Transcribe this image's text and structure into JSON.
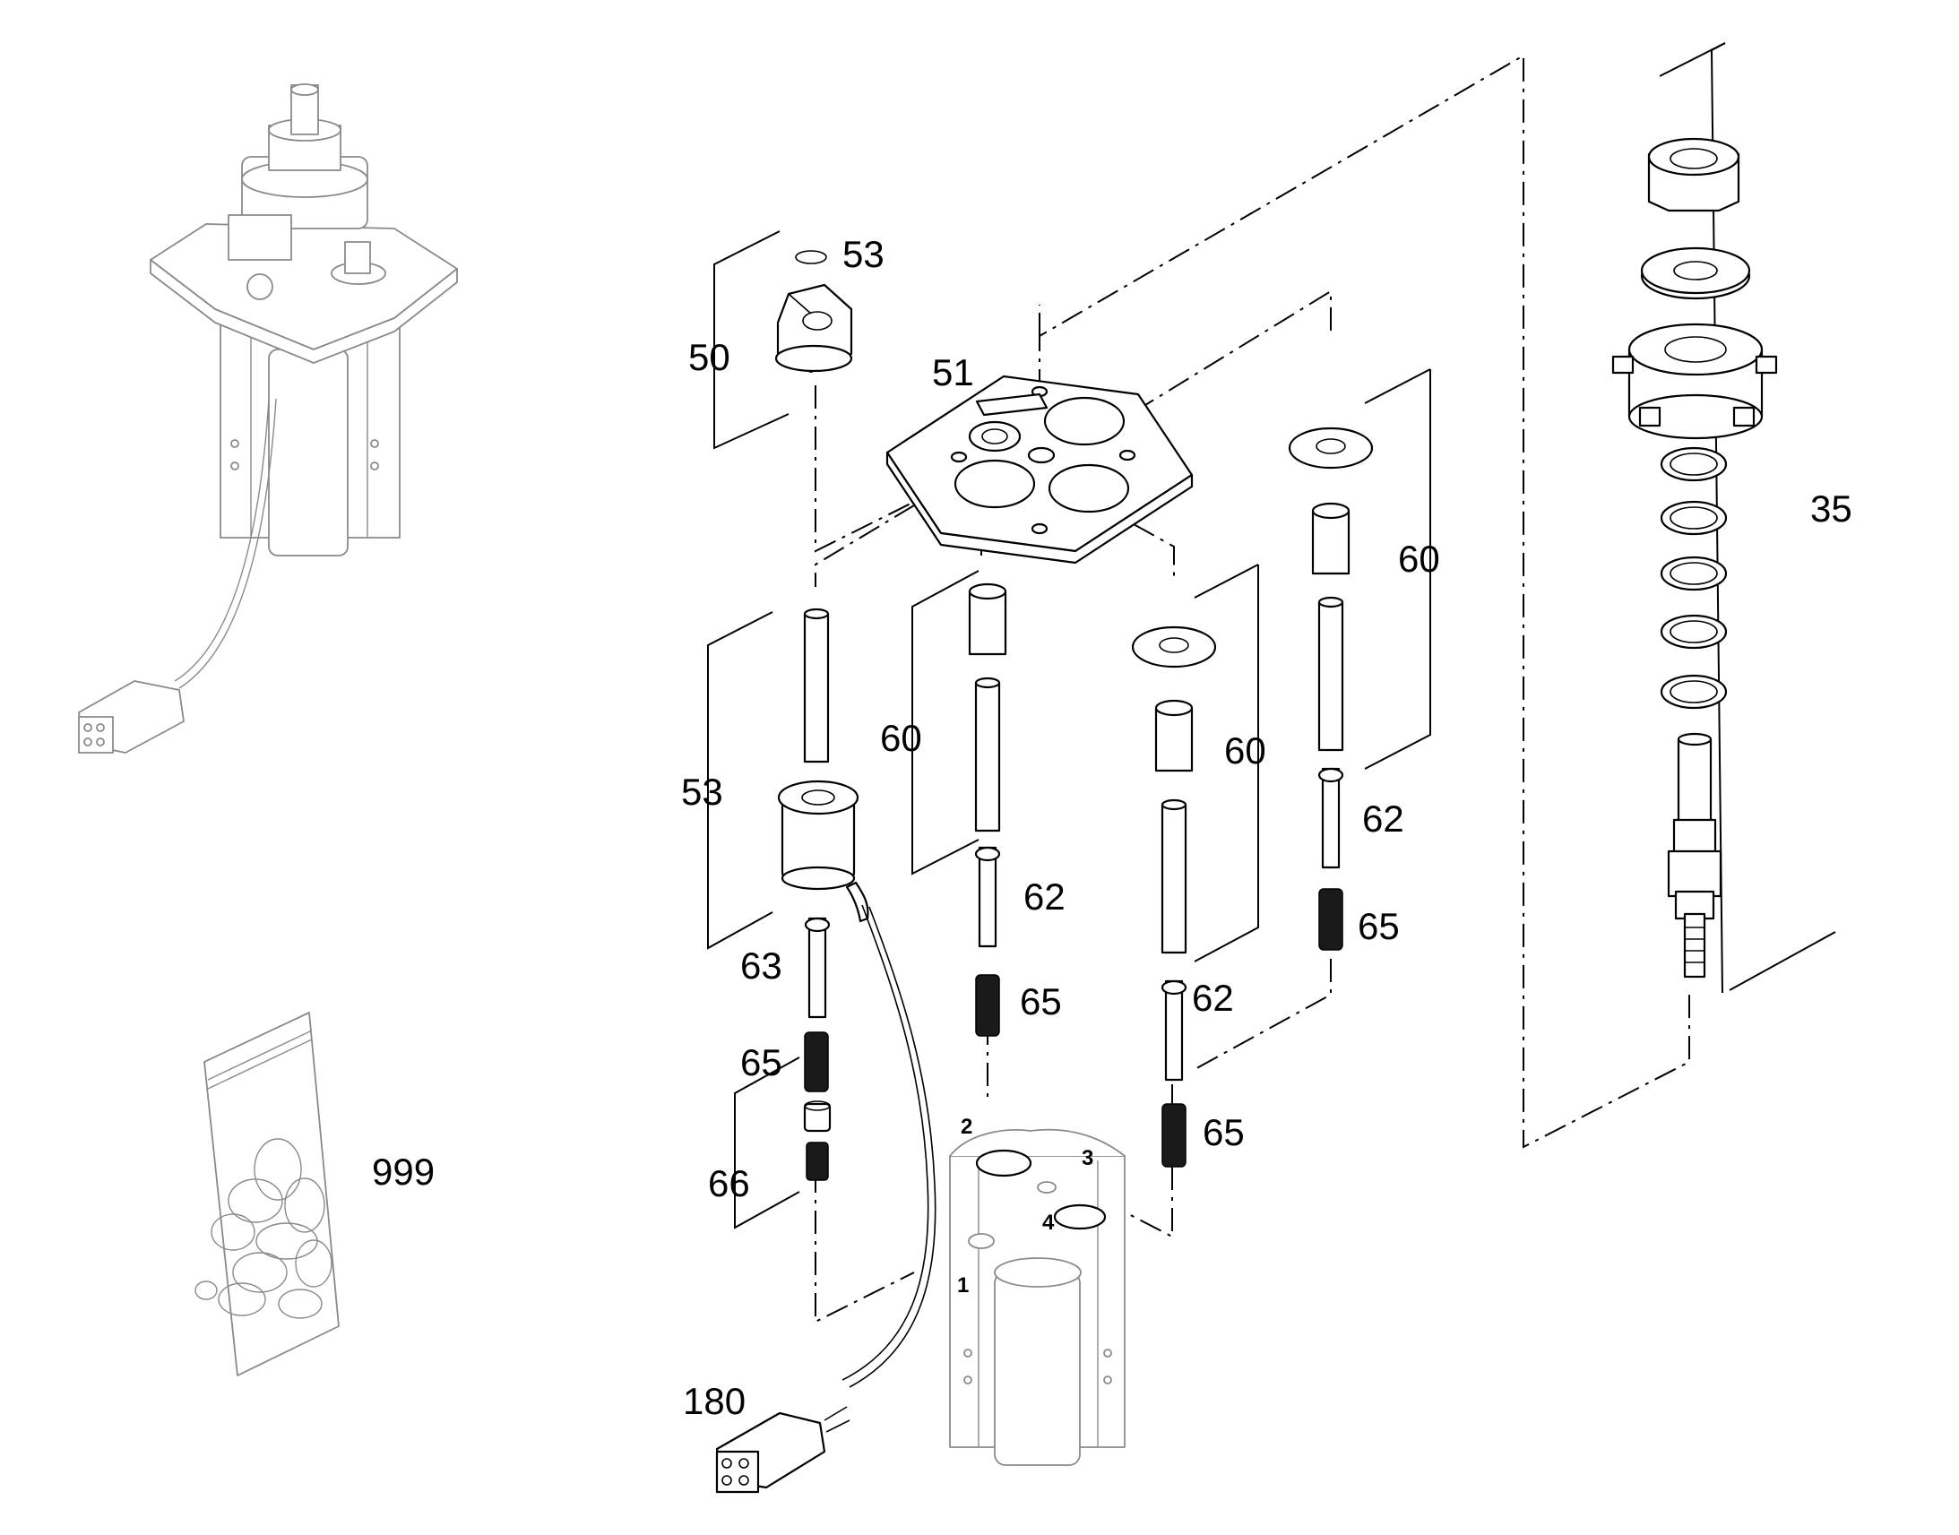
{
  "callouts": [
    {
      "id": "c53a",
      "text": "53"
    },
    {
      "id": "c50",
      "text": "50"
    },
    {
      "id": "c51",
      "text": "51"
    },
    {
      "id": "c35",
      "text": "35"
    },
    {
      "id": "c60r",
      "text": "60"
    },
    {
      "id": "c60l",
      "text": "60"
    },
    {
      "id": "c60m",
      "text": "60"
    },
    {
      "id": "c53b",
      "text": "53"
    },
    {
      "id": "c62r",
      "text": "62"
    },
    {
      "id": "c62l",
      "text": "62"
    },
    {
      "id": "c62m",
      "text": "62"
    },
    {
      "id": "c63",
      "text": "63"
    },
    {
      "id": "c65r",
      "text": "65"
    },
    {
      "id": "c65l",
      "text": "65"
    },
    {
      "id": "c65a",
      "text": "65"
    },
    {
      "id": "c65m",
      "text": "65"
    },
    {
      "id": "c66",
      "text": "66"
    },
    {
      "id": "c999",
      "text": "999"
    },
    {
      "id": "c180",
      "text": "180"
    }
  ],
  "ports": [
    "1",
    "2",
    "3",
    "4"
  ],
  "colors": {
    "line": "#000000",
    "ghost": "#8a8a8a",
    "background": "#ffffff"
  }
}
